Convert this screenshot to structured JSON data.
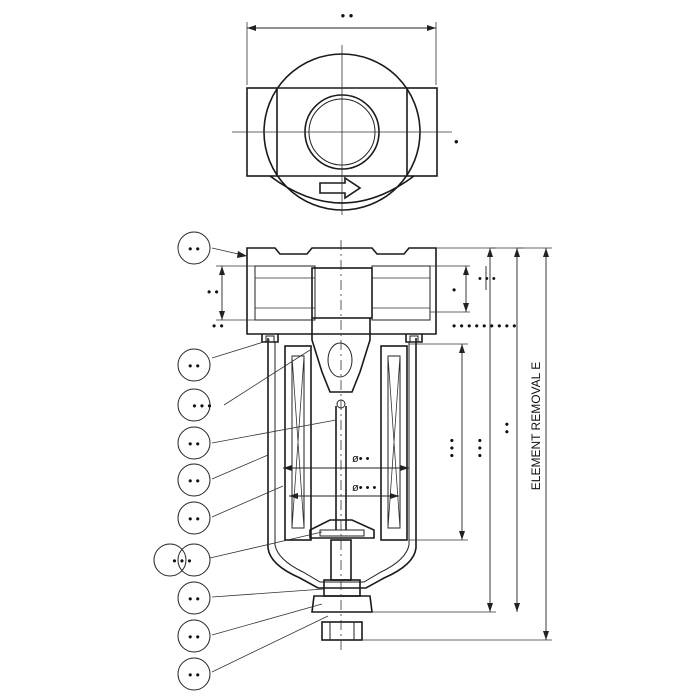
{
  "figure": {
    "vertical_label": "ELEMENT REMOVAL E",
    "top_dim_label": "• •",
    "top_centerline_label": "•",
    "diameter_1": "ø• •",
    "diameter_2": "ø• • •",
    "dim_small_left": "• •",
    "dim_small_right_1": "• • •",
    "dim_small_right_2": "•",
    "dim_bottom_row": "• •",
    "dim_right_row": "• • • • • • • • •",
    "dim_element_height": "• • •",
    "dim_overall_1": "• • •",
    "dim_overall_2": "• •"
  },
  "callouts": [
    {
      "text": "• •"
    },
    {
      "text": "• •"
    },
    {
      "text": "• • •"
    },
    {
      "text": "• •"
    },
    {
      "text": "• •"
    },
    {
      "text": "• •"
    },
    {
      "text": "• • •"
    },
    {
      "text": "• •"
    },
    {
      "text": "• •"
    },
    {
      "text": "• •"
    }
  ],
  "colors": {
    "line": "#1a1a1a",
    "background": "#ffffff"
  }
}
